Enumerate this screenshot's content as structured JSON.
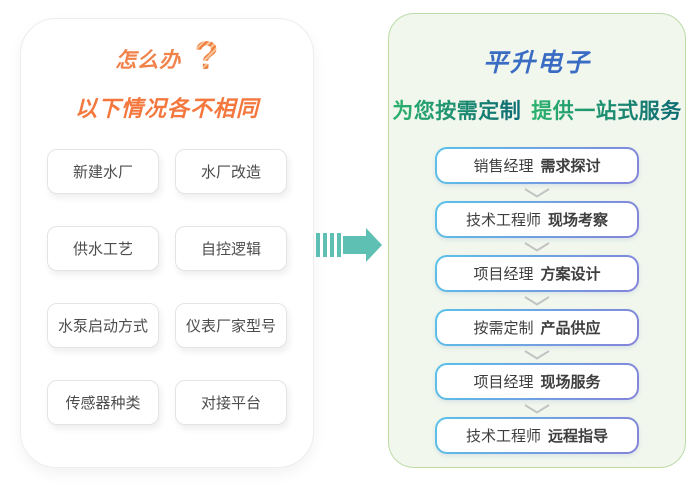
{
  "left_panel": {
    "title": "怎么办",
    "question_icon_glyph": "?",
    "subtitle": "以下情况各不相同",
    "items": [
      "新建水厂",
      "水厂改造",
      "供水工艺",
      "自控逻辑",
      "水泵启动方式",
      "仪表厂家型号",
      "传感器种类",
      "对接平台"
    ]
  },
  "right_panel": {
    "title": "平升电子",
    "subtitle_part1": "为您按需定制",
    "subtitle_part2": "提供一站式服务",
    "steps": [
      {
        "role": "销售经理",
        "action": "需求探讨"
      },
      {
        "role": "技术工程师",
        "action": "现场考察"
      },
      {
        "role": "项目经理",
        "action": "方案设计"
      },
      {
        "role": "按需定制",
        "action": "产品供应"
      },
      {
        "role": "项目经理",
        "action": "现场服务"
      },
      {
        "role": "技术工程师",
        "action": "远程指导"
      }
    ]
  },
  "colors": {
    "accent_orange": "#f0824a",
    "subtitle_orange": "#f4783e",
    "accent_blue": "#3a6cc4",
    "gradient_green_start": "#2cb26d",
    "gradient_green_end": "#0e6a74",
    "arrow_teal": "#5ec0b2",
    "flow_border_start": "#59c2e9",
    "flow_border_end": "#8583da",
    "panel_green_bg": "#f1f7ec",
    "panel_green_border": "#bcdba7",
    "chevron_gray": "#c3c3c3"
  }
}
